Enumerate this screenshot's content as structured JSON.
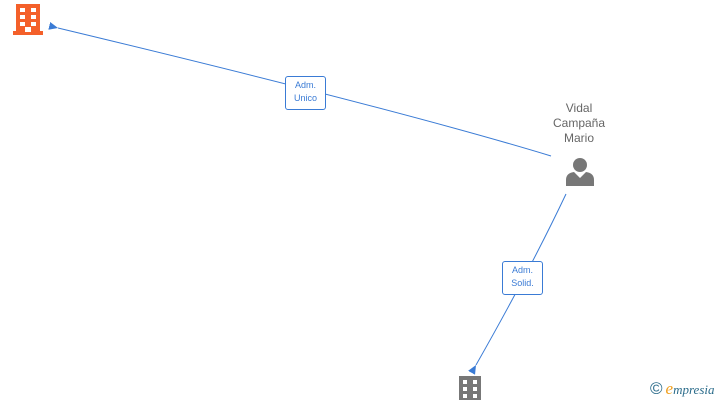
{
  "nodes": {
    "company_top": {
      "icon": "building-icon",
      "color": "#f4602a"
    },
    "person": {
      "icon": "person-icon",
      "color": "#777777",
      "name_lines": [
        "Vidal",
        "Campaña",
        "Mario"
      ]
    },
    "company_bottom": {
      "icon": "building-icon",
      "color": "#777777"
    }
  },
  "edges": [
    {
      "from": "person",
      "to": "company_top",
      "label_lines": [
        "Adm.",
        "Unico"
      ]
    },
    {
      "from": "person",
      "to": "company_bottom",
      "label_lines": [
        "Adm.",
        "Solid."
      ]
    }
  ],
  "colors": {
    "edge": "#3a7bd5",
    "label_text": "#3a7bd5",
    "name_text": "#666666"
  },
  "footer": {
    "copyright_symbol": "©",
    "brand_first_letter": "e",
    "brand_rest": "mpresia"
  }
}
